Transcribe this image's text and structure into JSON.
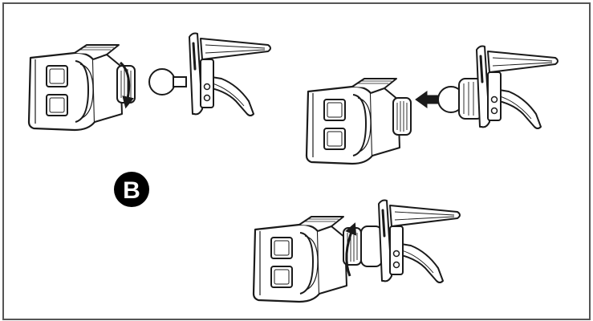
{
  "step_badge": {
    "letter": "B",
    "fill_color": "#000000",
    "text_color": "#ffffff"
  },
  "panels": [
    {
      "name": "unscrew-nut",
      "motion": "rotate-down-arrow"
    },
    {
      "name": "insert-ball",
      "motion": "push-right-to-left-arrow"
    },
    {
      "name": "tighten-nut",
      "motion": "rotate-up-arrow"
    }
  ],
  "colors": {
    "line": "#1a1a1a",
    "body": "#ffffff",
    "frame": "#555555"
  }
}
